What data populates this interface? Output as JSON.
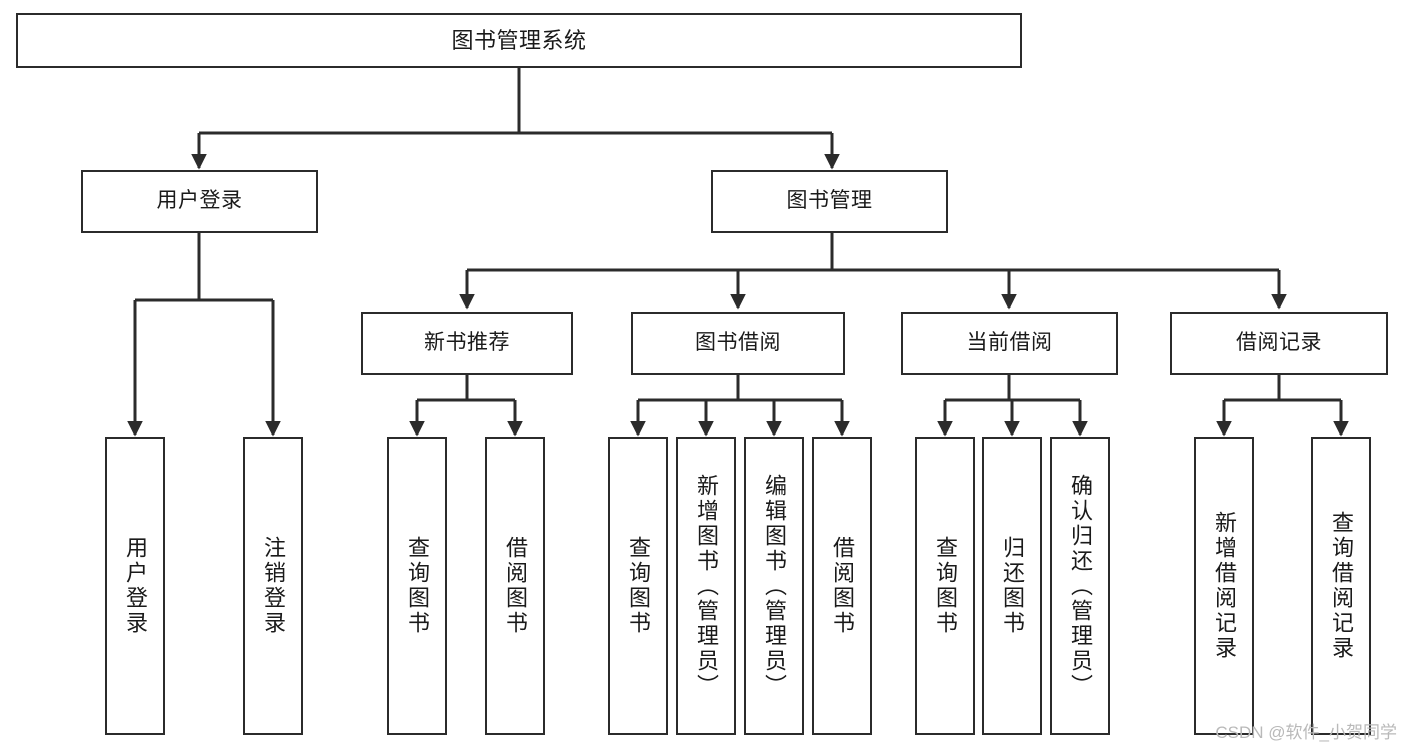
{
  "diagram": {
    "type": "tree-hierarchy",
    "title": "图书管理系统",
    "colors": {
      "stroke": "#2b2b2b",
      "fill": "#ffffff",
      "text": "#1a1a1a",
      "watermark": "#b9b9b9"
    },
    "watermark": "CSDN @软件_小贺同学",
    "nodes": {
      "root": {
        "label": "图书管理系统"
      },
      "level2": [
        {
          "label": "用户登录"
        },
        {
          "label": "图书管理"
        }
      ],
      "level3": [
        {
          "label": "新书推荐"
        },
        {
          "label": "图书借阅"
        },
        {
          "label": "当前借阅"
        },
        {
          "label": "借阅记录"
        }
      ],
      "leaves_user_login": [
        {
          "label": "用户登录"
        },
        {
          "label": "注销登录"
        }
      ],
      "leaves_new_book": [
        {
          "label": "查询图书"
        },
        {
          "label": "借阅图书"
        }
      ],
      "leaves_borrow": [
        {
          "label": "查询图书"
        },
        {
          "label": "新增图书（管理员）"
        },
        {
          "label": "编辑图书（管理员）"
        },
        {
          "label": "借阅图书"
        }
      ],
      "leaves_current": [
        {
          "label": "查询图书"
        },
        {
          "label": "归还图书"
        },
        {
          "label": "确认归还（管理员）"
        }
      ],
      "leaves_records": [
        {
          "label": "新增借阅记录"
        },
        {
          "label": "查询借阅记录"
        }
      ]
    }
  }
}
